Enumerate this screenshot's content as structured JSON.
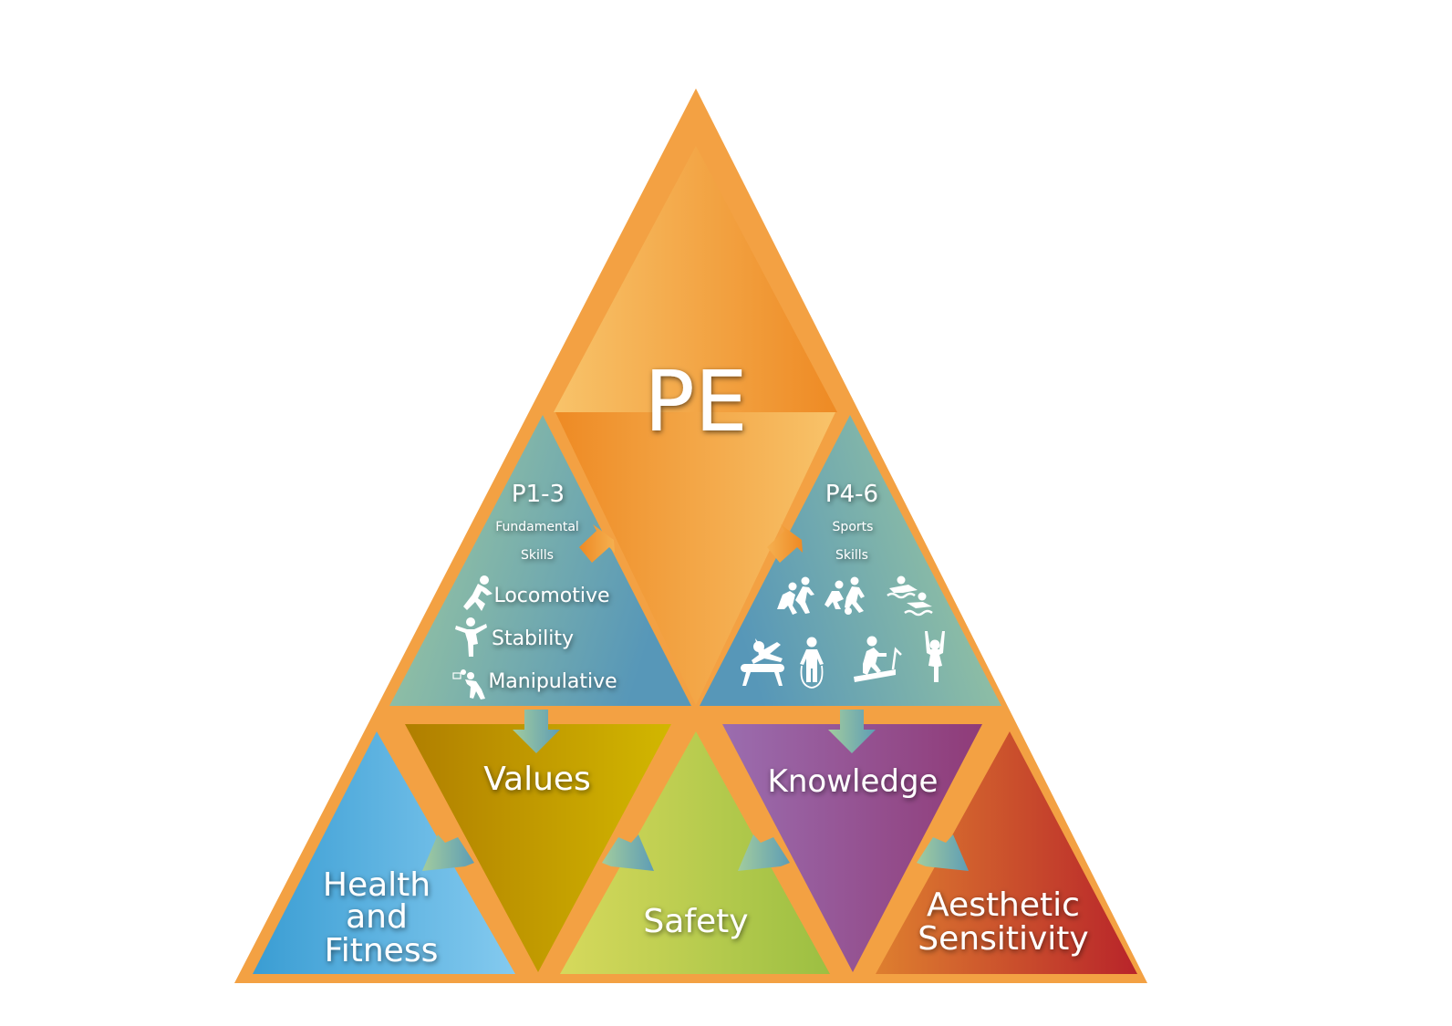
{
  "diagram": {
    "title": "PE",
    "colors": {
      "frame": "#F3A143",
      "pe_light": "#F7BD63",
      "pe_dark": "#EE8A24",
      "teal_light": "#9CC9A1",
      "teal_dark": "#5B9AB6",
      "health_dark": "#3FA1D5",
      "health_light": "#80C8EE",
      "values_dark": "#B58200",
      "values_light": "#D0B400",
      "safety_light": "#D4D85A",
      "safety_dark": "#A0C044",
      "knowledge_light": "#9A6BAE",
      "knowledge_dark": "#913E7A",
      "aesthetic_light": "#DC7A2E",
      "aesthetic_dark": "#B9272B",
      "text": "#FFFFFF"
    },
    "stages": [
      {
        "id": "p1-3",
        "heading": "P1-3",
        "subtitle_line1": "Fundamental",
        "subtitle_line2": "Skills",
        "skills": [
          {
            "icon": "running-person-icon",
            "label": "Locomotive"
          },
          {
            "icon": "balancing-person-icon",
            "label": "Stability"
          },
          {
            "icon": "basketball-player-icon",
            "label": "Manipulative"
          }
        ]
      },
      {
        "id": "p4-6",
        "heading": "P4-6",
        "subtitle_line1": "Sports",
        "subtitle_line2": "Skills",
        "sport_icons": [
          "relay-running-icon",
          "football-players-icon",
          "swimming-icon",
          "gymnastics-pommel-horse-icon",
          "rope-skipping-icon",
          "treadmill-icon",
          "cheering-person-icon"
        ]
      }
    ],
    "outcomes": [
      {
        "id": "health",
        "line1": "Health",
        "line2": "and",
        "line3": "Fitness"
      },
      {
        "id": "values",
        "line1": "Values"
      },
      {
        "id": "safety",
        "line1": "Safety"
      },
      {
        "id": "knowledge",
        "line1": "Knowledge"
      },
      {
        "id": "aesthetic",
        "line1": "Aesthetic",
        "line2": "Sensitivity"
      }
    ]
  }
}
